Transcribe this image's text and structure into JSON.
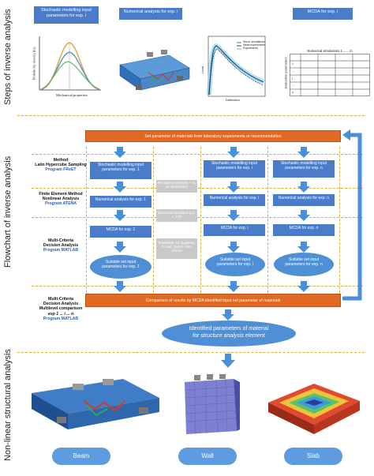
{
  "side_labels": {
    "steps": "Steps of inverse analysis",
    "flowchart": "Flowchart of inverse analysis",
    "structural": "Non-linear structural analysis"
  },
  "top_boxes": {
    "stochastic": "Stochastic modelling input parameters for exp. i",
    "numerical": "Numerical analysis for exp. i",
    "mcda": "MCDA for exp. i"
  },
  "top_figures": {
    "pdf_ylabel": "Probability density f(x)",
    "pdf_xlabel": "Mechanical properties",
    "ld_ylabel": "Load",
    "ld_xlabel": "Deflection",
    "ld_legend": [
      "Stoch. simulations",
      "Mean experiments",
      "Experiments"
    ],
    "table_title": "Numerical simulations 1 ...... m",
    "table_ylabel": "Evaluation parameters",
    "table_rows": [
      "1",
      "...",
      "j",
      "...",
      "n"
    ]
  },
  "flow": {
    "top_orange": "Set parameter of materials from laboratory experiments or recommendation",
    "bottom_orange": "Comparison of results by MCDA identified input set parameter of materials",
    "method_labels": [
      {
        "line1": "Method",
        "line2": "Latin Hypercube Sampling",
        "program": "Program FReET"
      },
      {
        "line1": "Finite Element Method",
        "line2": "Nonlinear Analysis",
        "program": "Program ATENA"
      },
      {
        "line1": "Multi-Criteria",
        "line2": "Decision Analysis",
        "program": "Program MATLAB"
      },
      {
        "line1": "Multi-Criteria",
        "line2": "Decision Analysis",
        "line3": "Multilevel comparison",
        "line4": "exp 1 ... i ... n",
        "program": "Program MATLAB"
      }
    ],
    "columns": [
      {
        "stoch": "Stochastic modelling input parameters for exp. 1",
        "num": "Numerical analysis for exp. 1",
        "mcda": "MCDA for exp. 1",
        "suitable": "Suitable set input parameters for exp. 1"
      },
      {
        "stoch": "Stochastic modelling input parameters for exp. i",
        "num": "Numerical analysis for exp. i",
        "mcda": "MCDA for exp. i",
        "suitable": "Suitable set input parameters for exp. i"
      },
      {
        "stoch": "Stochastic modelling input parameters for exp. n",
        "num": "Numerical analysis for exp. n",
        "mcda": "MCDA for exp. n",
        "suitable": "Suitable set input parameters for exp. n"
      }
    ],
    "grey": [
      "Set input parameters ~ 4x, 40 'simulations'",
      "Numerical simulation (LC, c, 5 P)",
      "Evaluation: LD diagrams, F, load, cracks, error checks"
    ],
    "identified_line1": "Identified parameters of material",
    "identified_line2": "for structure analysis element"
  },
  "bottom": {
    "labels": [
      "Beam",
      "Wall",
      "Slab"
    ]
  },
  "colors": {
    "blue_box": "#4a7cc9",
    "orange": "#e06a23",
    "ellipse": "#4f8fd6",
    "dash": "#d6b03a",
    "pill": "#5e9be0"
  }
}
